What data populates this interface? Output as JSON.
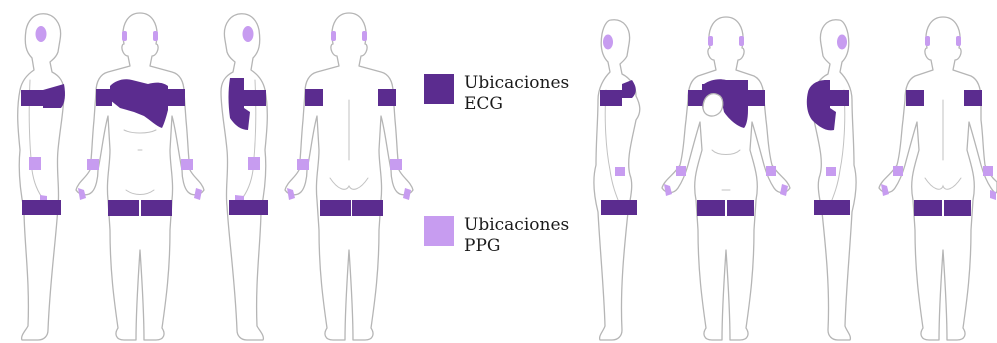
{
  "legend": {
    "ecg_line1": "Ubicaciones",
    "ecg_line2": "ECG",
    "ppg_line1": "Ubicaciones",
    "ppg_line2": "PPG"
  },
  "colors": {
    "ecg": "#5b2c8f",
    "ppg": "#c79cf0"
  }
}
